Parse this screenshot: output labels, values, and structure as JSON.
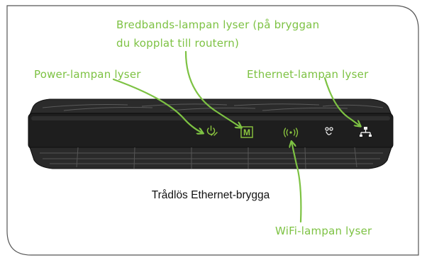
{
  "caption": "Trådlös Ethernet-brygga",
  "callouts": {
    "broadband_line1": "Bredbands-lampan lyser (på bryggan",
    "broadband_line2": "du kopplat till routern)",
    "power": "Power-lampan lyser",
    "ethernet": "Ethernet-lampan lyser",
    "wifi": "WiFi-lampan lyser"
  },
  "indicators": {
    "broadband_letter": "M"
  },
  "colors": {
    "annotation": "#7dc243",
    "device_body": "#2a2a2a",
    "device_face": "#1f1f1f",
    "indicator": "#8cc63f",
    "frame": "#555555"
  },
  "icons": [
    "power-led-icon",
    "broadband-led-icon",
    "wifi-led-icon",
    "wps-led-icon",
    "ethernet-led-icon"
  ]
}
